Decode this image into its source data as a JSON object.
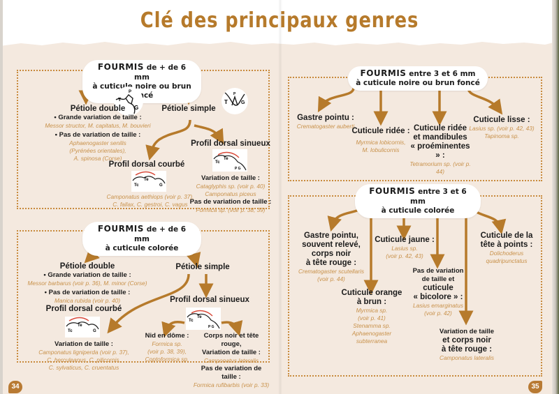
{
  "title": "Clé des principaux genres",
  "colors": {
    "accent": "#b67a2b",
    "species_text": "#c8914a",
    "background": "#f4e9df",
    "border_dotted": "#c88a3c",
    "heading_text": "#1b1b1b"
  },
  "left_page": {
    "page_number": "34",
    "box1": {
      "header_bold": "FOURMIS",
      "header_rest": "de + de 6 mm",
      "header_line2": "à cuticule noire ou brun foncé",
      "petiole_double": {
        "label": "Pétiole double",
        "icon": "petiole-double-diagram",
        "items": [
          {
            "label": "• Grande variation de taille :",
            "species": "Messor structor, M. capitatus, M. bouvieri"
          },
          {
            "label": "• Pas de variation de taille :",
            "species": "Aphaenogaster senilis",
            "species2": "(Pyrénées orientales),",
            "species3": "A. spinosa (Corse)"
          }
        ]
      },
      "petiole_simple": {
        "label": "Pétiole simple",
        "icon": "petiole-simple-diagram"
      },
      "profil_courbe": {
        "label": "Profil dorsal courbé",
        "icon": "dorsal-profile-curved-diagram",
        "species": "Camponatus aethiops (voir p. 37),",
        "species2": "C. fallax, C. gestroi, C. vagus"
      },
      "profil_sinueux": {
        "label": "Profil dorsal sinueux",
        "icon": "dorsal-profile-sinuous-diagram",
        "var_label": "Variation de taille :",
        "var_species": "Cataglyphis sp. (voir p. 40)",
        "var_species2": "Camponatus piceus",
        "novar_label": "Pas de variation de taille :",
        "novar_species": "Formica sp. (voir p. 38, 39)"
      }
    },
    "box2": {
      "header_bold": "FOURMIS",
      "header_rest": "de + de 6 mm",
      "header_line2": "à cuticule colorée",
      "petiole_double": {
        "label": "Pétiole double",
        "items": [
          {
            "label": "• Grande variation de taille :",
            "species": "Messor barbarus (voir p. 36), M. minor (Corse)"
          },
          {
            "label": "• Pas de variation de taille :",
            "species": "Manica rubida (voir p. 40)"
          }
        ]
      },
      "petiole_simple": {
        "label": "Pétiole simple"
      },
      "profil_courbe": {
        "label": "Profil dorsal courbé",
        "var_label": "Variation de taille :",
        "species": "Camponatus ligniperda (voir p. 37),",
        "species2": "C. herculeanus, C. pilicornis,",
        "species3": "C. sylvaticus, C. cruentatus"
      },
      "profil_sinueux": {
        "label": "Profil dorsal sinueux",
        "nid": {
          "label": "Nid en dôme :",
          "species": "Formica sp.",
          "species2": "(voir p. 38, 39),",
          "species3": "Coptoformica sp."
        },
        "corps": {
          "label": "Corps noir et tête rouge,",
          "label2": "Variation de taille :",
          "species": "Camponatus lateralis",
          "novar_label": "Pas de variation de taille :",
          "novar_species": "Formica rufibarbis (voir p. 33)"
        }
      }
    }
  },
  "right_page": {
    "page_number": "35",
    "box1": {
      "header_bold": "FOURMIS",
      "header_rest": "entre 3 et 6 mm",
      "header_line2": "à cuticule noire ou brun foncé",
      "nodes": [
        {
          "label": "Gastre pointu :",
          "species": "Crematogaster auberti"
        },
        {
          "label": "Cuticule ridée :",
          "species": "Myrmica lobicornis,",
          "species2": "M. lobulicornis"
        },
        {
          "label": "Cuticule ridée",
          "label2": "et mandibules",
          "label3": "« proéminentes » :",
          "species": "Tetramorium sp. (voir p. 44)"
        },
        {
          "label": "Cuticule lisse :",
          "species": "Lasius sp. (voir p. 42, 43)",
          "species2": "Tapinoma sp."
        }
      ]
    },
    "box2": {
      "header_bold": "FOURMIS",
      "header_rest": "entre 3 et 6 mm",
      "header_line2": "à cuticule colorée",
      "nodes": [
        {
          "label": "Gastre pointu,",
          "label2": "souvent relevé,",
          "label3": "corps noir",
          "label4": "à tête rouge :",
          "species": "Crematogaster scutellaris",
          "species2": "(voir p. 44)"
        },
        {
          "label": "Cuticule orange",
          "label2": "à brun :",
          "species": "Myrmica sp.",
          "species2": "(voir p. 41)",
          "species3": "Stenamma sp.",
          "species4": "Aphaenogaster",
          "species5": "subterranea"
        },
        {
          "label": "Cuticule jaune :",
          "species": "Lasius sp.",
          "species2": "(voir p. 42, 43)"
        },
        {
          "label": "Pas de variation",
          "label2": "de taille et",
          "label3": "cuticule",
          "label4": "« bicolore » :",
          "species": "Lasius emarginatus",
          "species2": "(voir p. 42)"
        },
        {
          "label": "Variation de taille",
          "label2": "et corps noir",
          "label3": "à tête rouge :",
          "species": "Camponatus lateralis"
        },
        {
          "label": "Cuticule de la",
          "label2": "tête à points :",
          "species": "Dolichoderus",
          "species2": "quadripunctatus"
        }
      ]
    }
  }
}
